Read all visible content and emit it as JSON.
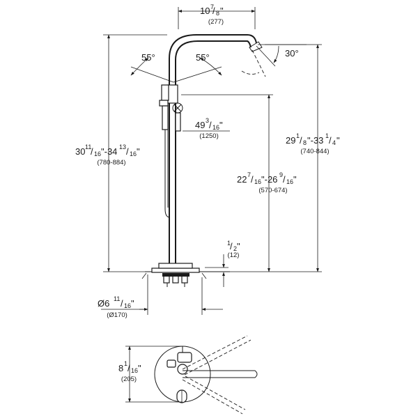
{
  "dimensions": {
    "spout_reach": {
      "main": "10",
      "frac_num": "7",
      "frac_den": "8",
      "unit": "\"",
      "metric": "(277)"
    },
    "total_height": {
      "main": "30",
      "frac1_num": "11",
      "frac1_den": "16",
      "mid": "\"-34",
      "frac2_num": "13",
      "frac2_den": "16",
      "unit": "\"",
      "metric": "(780-884)"
    },
    "spout_height": {
      "main": "29",
      "frac1_num": "1",
      "frac1_den": "8",
      "mid": "\"-33",
      "frac2_num": "1",
      "frac2_den": "4",
      "unit": "\"",
      "metric": "(740-844)"
    },
    "outlet_height": {
      "main": "22",
      "frac1_num": "7",
      "frac1_den": "16",
      "mid": "\"-26",
      "frac2_num": "9",
      "frac2_den": "16",
      "unit": "\"",
      "metric": "(570-674)"
    },
    "handle_height": {
      "main": "49",
      "frac_num": "3",
      "frac_den": "16",
      "unit": "\"",
      "metric": "(1250)"
    },
    "floor_offset": {
      "frac_num": "1",
      "frac_den": "2",
      "unit": "\"",
      "metric": "(12)"
    },
    "base_diameter": {
      "main": "Ø6",
      "frac_num": "11",
      "frac_den": "16",
      "unit": "\"",
      "metric": "(Ø170)"
    },
    "top_view_depth": {
      "main": "8",
      "frac_num": "1",
      "frac_den": "16",
      "unit": "\"",
      "metric": "(205)"
    }
  },
  "angles": {
    "handle_left": "55°",
    "handle_right": "55°",
    "spout_tilt": "30°"
  }
}
